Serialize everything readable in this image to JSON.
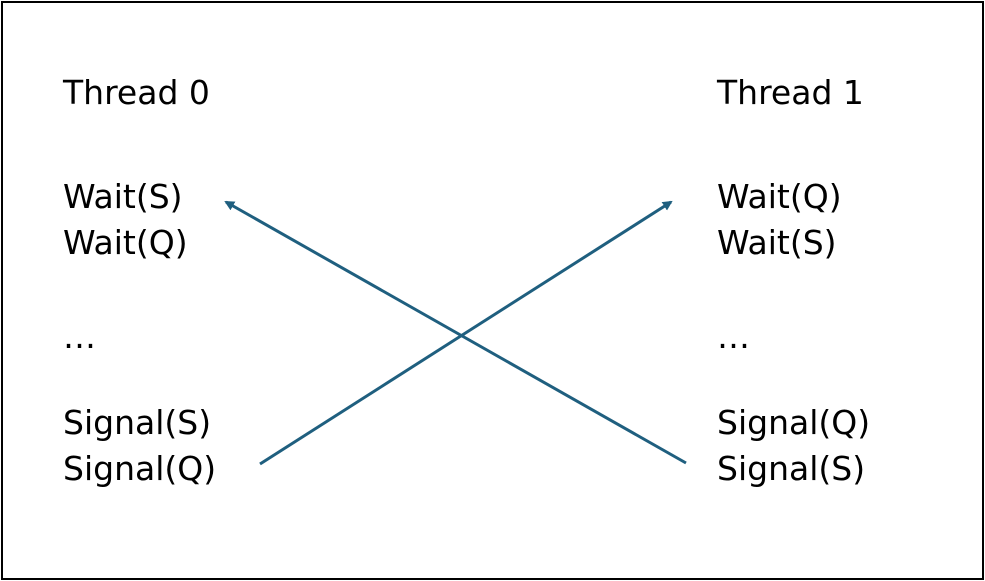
{
  "threads": [
    {
      "title": "Thread 0",
      "ops": [
        "Wait(S)",
        "Wait(Q)",
        "…",
        "Signal(S)",
        "Signal(Q)"
      ]
    },
    {
      "title": "Thread 1",
      "ops": [
        "Wait(Q)",
        "Wait(S)",
        "…",
        "Signal(Q)",
        "Signal(S)"
      ]
    }
  ],
  "colors": {
    "arrow": "#1f5f7f",
    "border": "#000000",
    "text": "#000000"
  }
}
